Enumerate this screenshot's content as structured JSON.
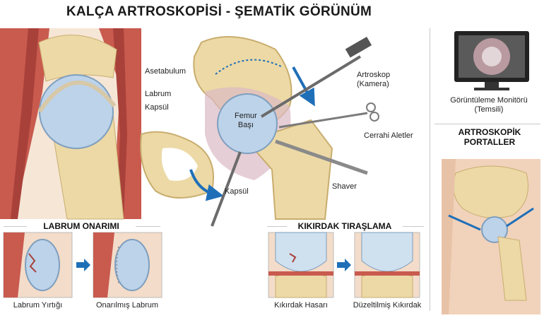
{
  "title": "KALÇA ARTROSKOPİSİ - ŞEMATİK GÖRÜNÜM",
  "main_labels": {
    "acetabulum": "Asetabulum",
    "labrum": "Labrum",
    "capsule_top": "Kapsül",
    "femoral_head": "Femur\nBaşı",
    "capsule_bottom": "Kapsül",
    "arthroscope": "Artroskop\n(Kamera)",
    "instruments": "Cerrahi Aletler",
    "shaver": "Shaver"
  },
  "monitor": {
    "caption": "Görüntüleme Monitörü\n(Temsili)"
  },
  "portals": {
    "title": "ARTROSKOPİK\nPORTALLER"
  },
  "labrum_repair": {
    "title": "LABRUM ONARIMI",
    "before": "Labrum Yırtığı",
    "after": "Onarılmış Labrum"
  },
  "cartilage": {
    "title": "KIKIRDAK TIRAŞLAMA",
    "before": "Kıkırdak Hasarı",
    "after": "Düzeltilmiş Kıkırdak"
  },
  "colors": {
    "bone": "#ecd9a6",
    "bone_dark": "#c9ad6e",
    "cartilage": "#bcd3ea",
    "muscle": "#c95a4e",
    "skin": "#f1d2bb",
    "arrow": "#1f6fb8"
  }
}
